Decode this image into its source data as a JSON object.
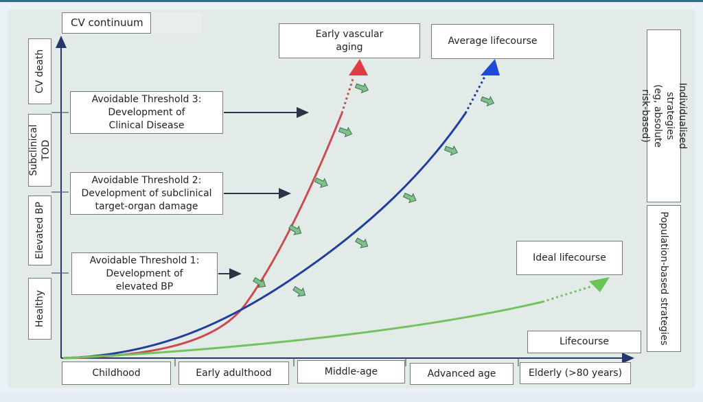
{
  "title": "CV continuum",
  "y_stages": [
    "CV death",
    "Subclinical TOD",
    "Elevated BP",
    "Healthy"
  ],
  "x_stages": [
    "Childhood",
    "Early adulthood",
    "Middle-age",
    "Advanced age",
    "Elderly (>80 years)"
  ],
  "thresholds": [
    "Avoidable Threshold 3:\nDevelopment of\nClinical Disease",
    "Avoidable Threshold 2:\nDevelopment of subclinical\ntarget-organ damage",
    "Avoidable Threshold 1:\nDevelopment of\nelevated BP"
  ],
  "courses": {
    "early": "Early vascular\naging",
    "average": "Average lifecourse",
    "ideal": "Ideal lifecourse",
    "lifecourse": "Lifecourse"
  },
  "strategies": {
    "individual": "Individualised strategies\n(eg, absolute risk-based)",
    "population": "Population-based strategies"
  },
  "colors": {
    "early": "#cc4a50",
    "average": "#1f3e9e",
    "ideal": "#74c25e",
    "axis": "#27376b",
    "small_arrow": "#6fae7a"
  }
}
